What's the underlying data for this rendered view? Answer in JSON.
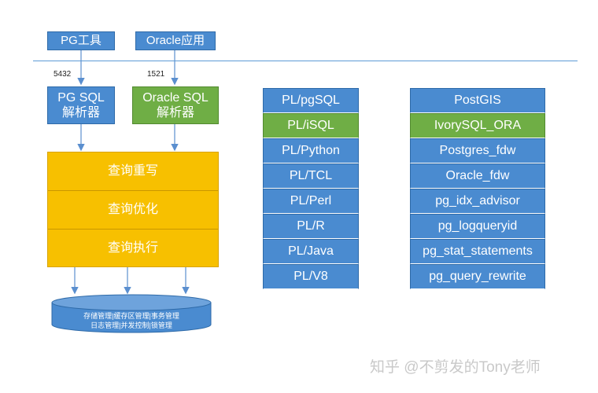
{
  "inputs": [
    {
      "label": "PG工具",
      "port": "5432"
    },
    {
      "label": "Oracle应用",
      "port": "1521"
    }
  ],
  "parsers": [
    {
      "line1": "PG SQL",
      "line2": "解析器"
    },
    {
      "line1": "Oracle SQL",
      "line2": "解析器"
    }
  ],
  "query_stack": [
    "查询重写",
    "查询优化",
    "查询执行"
  ],
  "storage": {
    "line1": "存储管理|缓存区管理|事务管理",
    "line2": "日志管理|并发控制|锁管理"
  },
  "languages": [
    "PL/pgSQL",
    "PL/iSQL",
    "PL/Python",
    "PL/TCL",
    "PL/Perl",
    "PL/R",
    "PL/Java",
    "PL/V8"
  ],
  "extensions": [
    "PostGIS",
    "IvorySQL_ORA",
    "Postgres_fdw",
    "Oracle_fdw",
    "pg_idx_advisor",
    "pg_logqueryid",
    "pg_stat_statements",
    "pg_query_rewrite"
  ],
  "highlight_index": 1,
  "colors": {
    "blue": "#4a8bd0",
    "green": "#6fae45",
    "amber": "#f7c000"
  },
  "watermark": "知乎 @不剪发的Tony老师"
}
